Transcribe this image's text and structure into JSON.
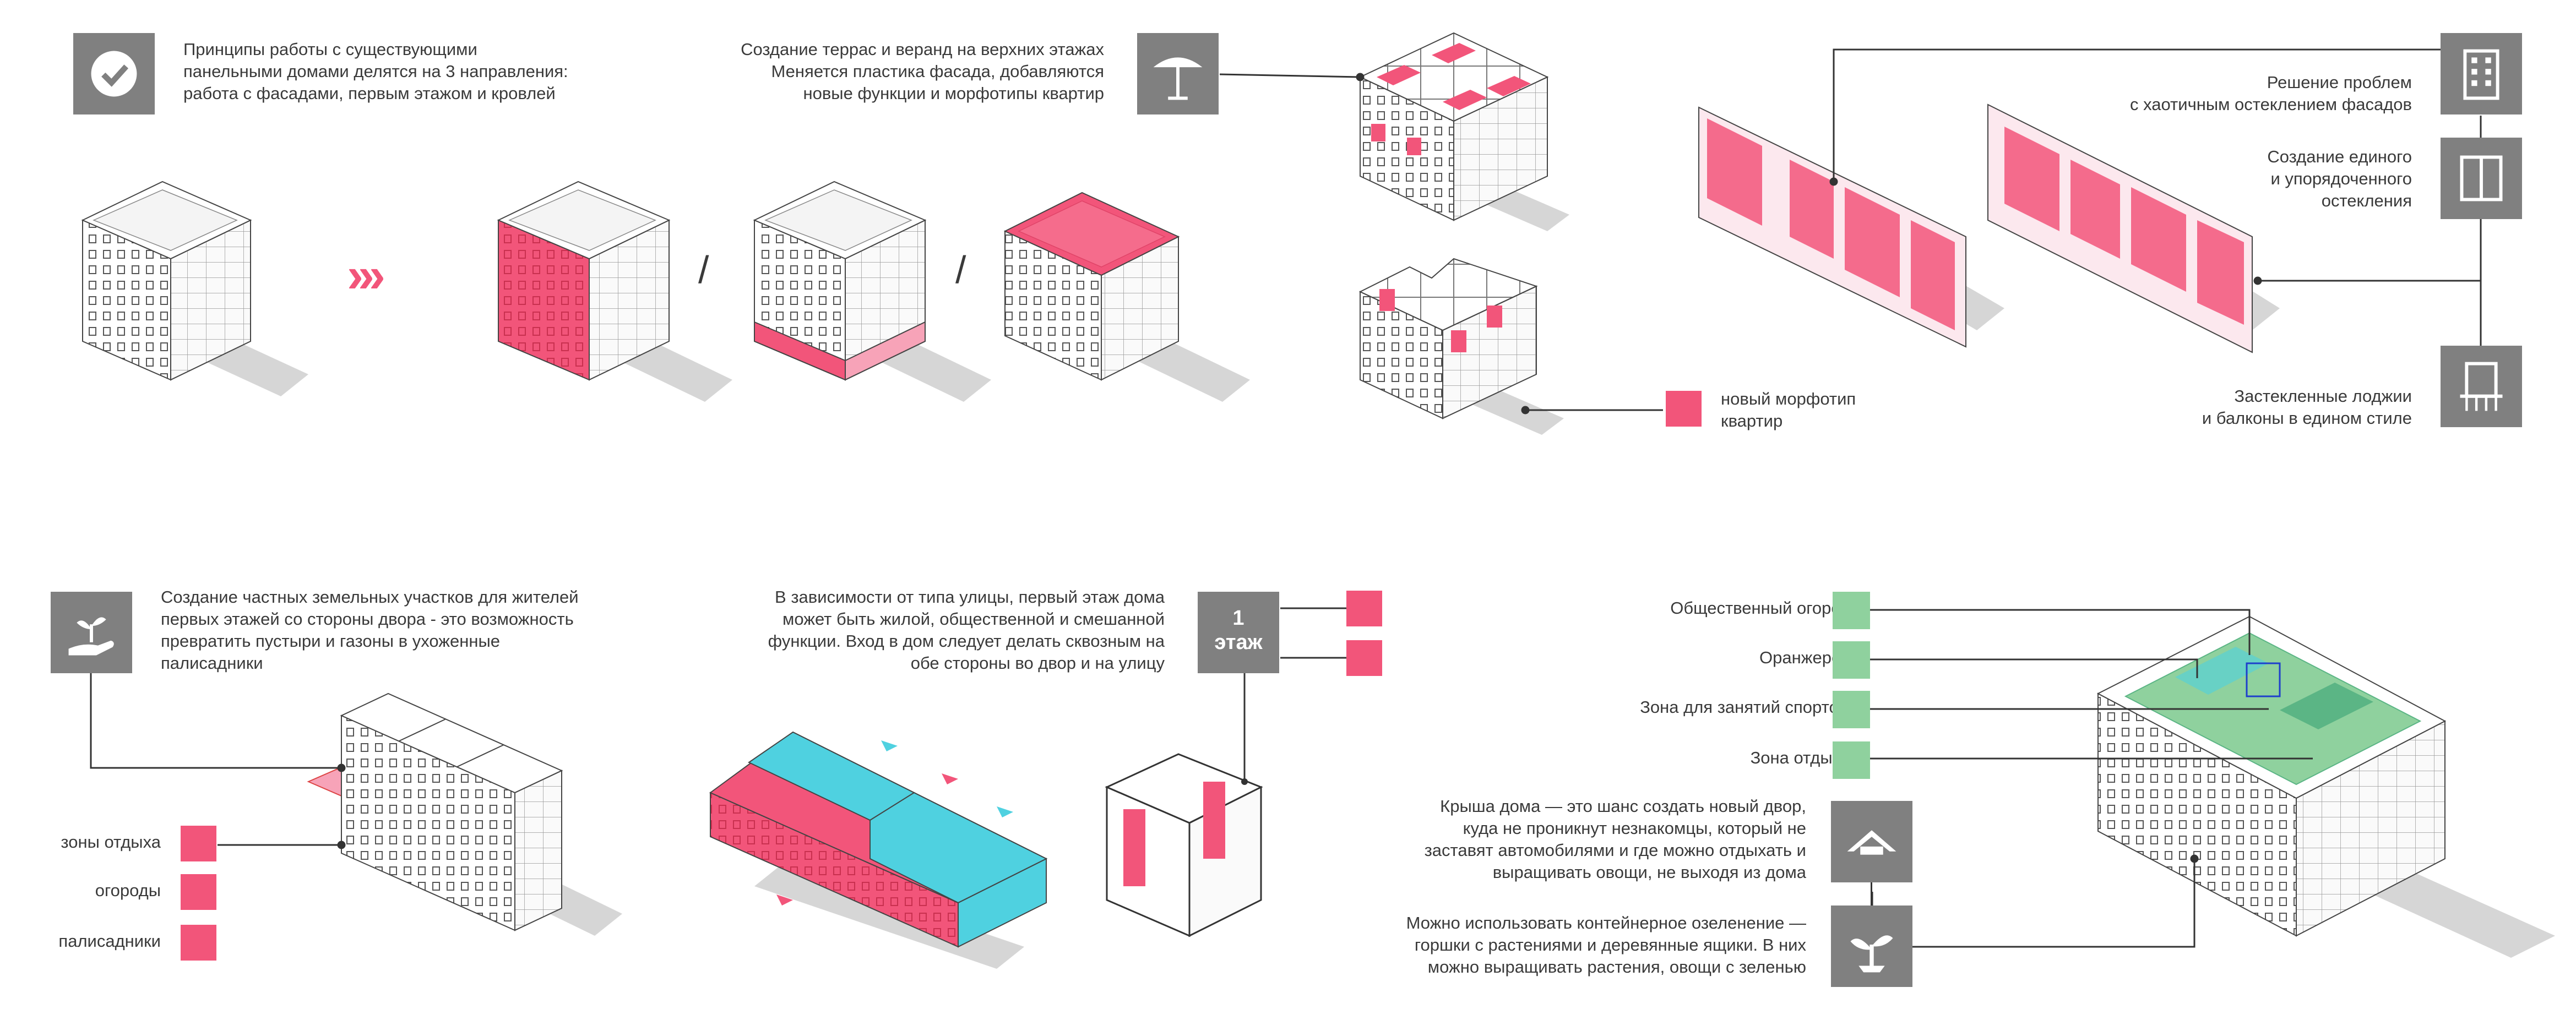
{
  "colors": {
    "pink": "#f2557a",
    "pink_light": "#f7a3b8",
    "cyan": "#4fd1e0",
    "green": "#8fd19e",
    "green_dark": "#5bb585",
    "gray_icon": "#808080",
    "shadow": "#d4d4d4"
  },
  "intro": {
    "icon": "check-circle-icon",
    "text": "Принципы работы с существующими\nпанельными домами делятся на 3 направления:\nработа с фасадами, первым этажом и кровлей"
  },
  "arrows": "›››",
  "divider": "/",
  "terraces": {
    "icon": "umbrella-icon",
    "text": "Создание террас и веранд на верхних этажах\nМеняется пластика фасада, добавляются\nновые функции и морфотипы квартир"
  },
  "morphotype": {
    "label": "новый морфотип\nквартир"
  },
  "facades": {
    "items": [
      {
        "icon": "building-icon",
        "text": "Решение проблем\nс хаотичным остеклением фасадов"
      },
      {
        "icon": "window-icon",
        "text": "Создание единого\nи упорядоченного\nостекления"
      },
      {
        "icon": "balcony-icon",
        "text": "Застекленные лоджии\nи балконы в едином стиле"
      }
    ]
  },
  "plots": {
    "icon": "hand-sprout-icon",
    "text": "Создание частных земельных участков для жителей\nпервых этажей со стороны двора - это возможность\nпревратить пустыри и газоны в ухоженные\nпалисадники",
    "legend": [
      "зоны отдыха",
      "огороды",
      "палисадники"
    ]
  },
  "ground": {
    "text": "В зависимости от типа улицы, первый этаж дома\nможет быть жилой, общественной и смешанной\nфункции. Вход в дом следует делать сквозным на\nобе стороны во двор и на улицу",
    "floor_label_1": "1",
    "floor_label_2": "этаж"
  },
  "roof": {
    "legend": [
      "Общественный огород",
      "Оранжерея",
      "Зона для занятий спортом",
      "Зона отдыха"
    ],
    "text1": "Крыша дома — это шанс создать новый двор,\nкуда не проникнут незнакомцы, который не\nзаставят автомобилями и где можно отдыхать и\nвыращивать овощи, не выходя из дома",
    "icon1": "house-roof-icon",
    "text2": "Можно использовать контейнерное озеленение —\nгоршки с растениями и деревянные ящики. В них\nможно выращивать растения, овощи с зеленью",
    "icon2": "sprout-icon"
  }
}
